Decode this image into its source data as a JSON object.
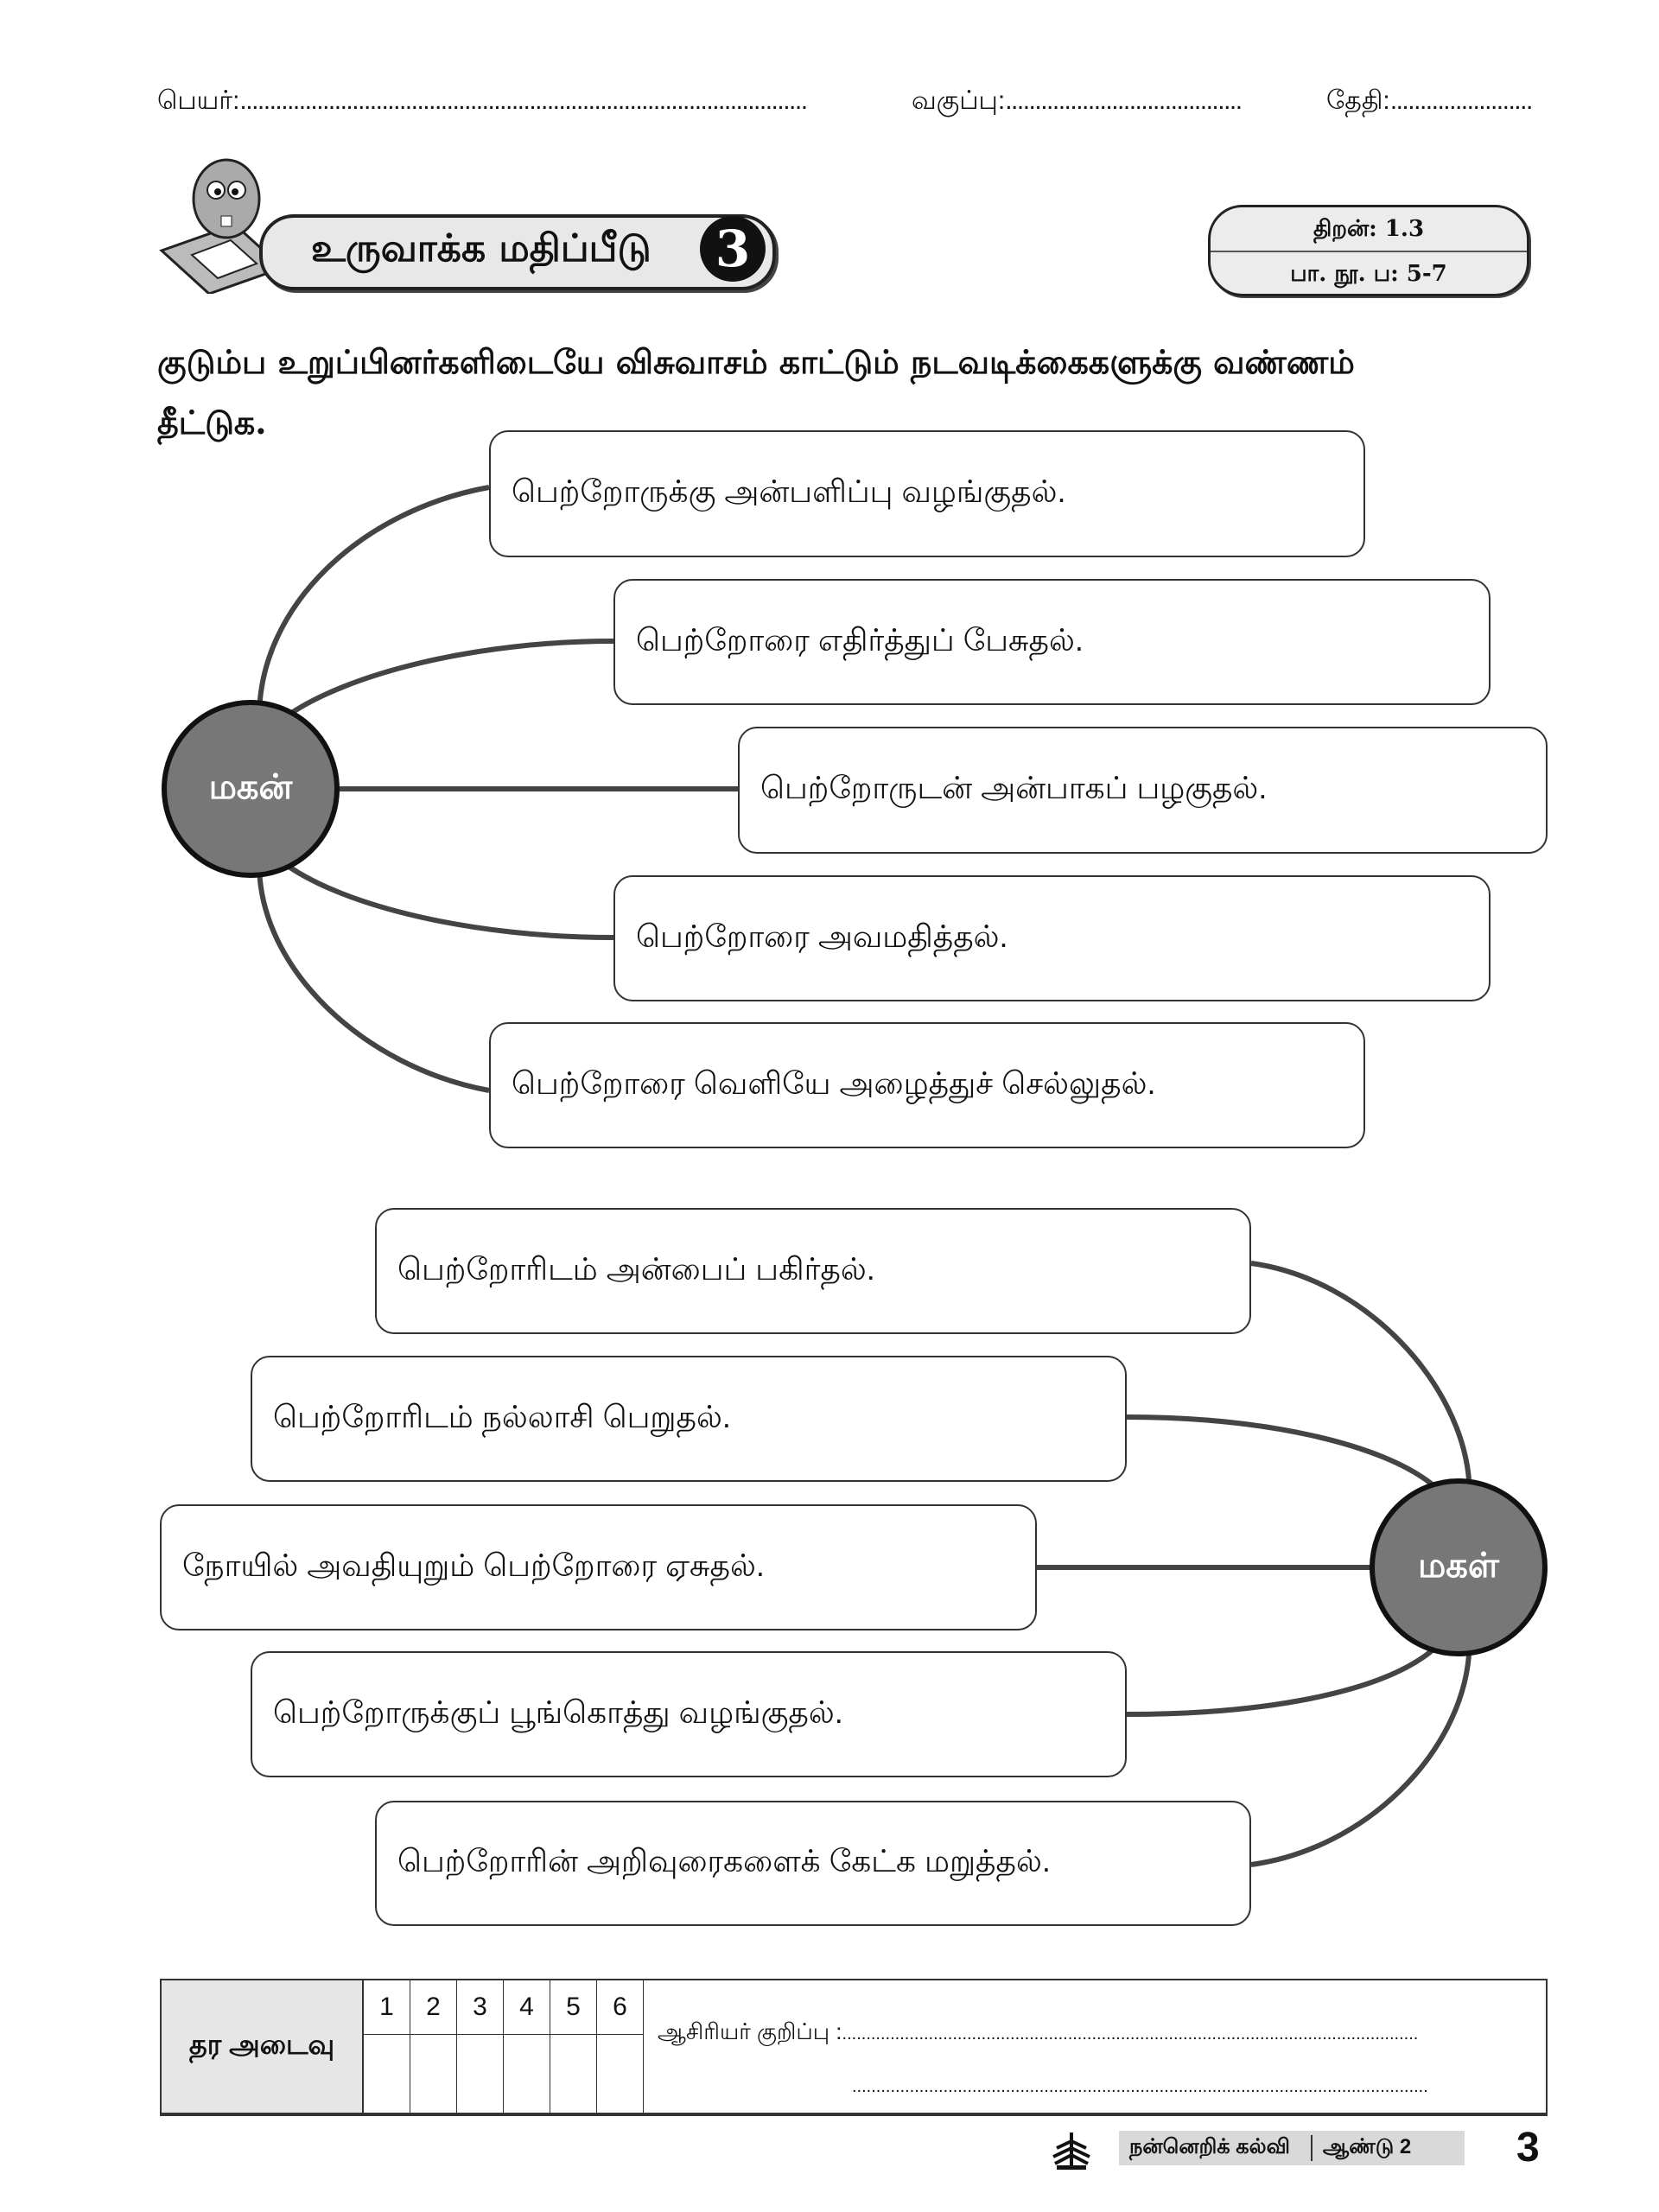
{
  "header": {
    "name_label": "பெயர்:",
    "name_dots": "................................................................................................",
    "class_label": "வகுப்பு:",
    "class_dots": "........................................",
    "date_label": "தேதி:",
    "date_dots": "........................"
  },
  "banner": {
    "title": "உருவாக்க மதிப்பீடு",
    "number": "3"
  },
  "skill": {
    "skill": "திறன்: 1.3",
    "pages": "பா. நூ. ப: 5-7"
  },
  "instruction": "குடும்ப உறுப்பினர்களிடையே விசுவாசம் காட்டும் நடவடிக்கைகளுக்கு வண்ணம் தீட்டுக.",
  "son": {
    "label": "மகன்",
    "items": [
      "பெற்றோருக்கு அன்பளிப்பு வழங்குதல்.",
      "பெற்றோரை எதிர்த்துப் பேசுதல்.",
      "பெற்றோருடன் அன்பாகப் பழகுதல்.",
      "பெற்றோரை அவமதித்தல்.",
      "பெற்றோரை வெளியே அழைத்துச் செல்லுதல்."
    ]
  },
  "daughter": {
    "label": "மகள்",
    "items": [
      "பெற்றோரிடம் அன்பைப் பகிர்தல்.",
      "பெற்றோரிடம் நல்லாசி பெறுதல்.",
      "நோயில் அவதியுறும் பெற்றோரை ஏசுதல்.",
      "பெற்றோருக்குப் பூங்கொத்து வழங்குதல்.",
      "பெற்றோரின் அறிவுரைகளைக் கேட்க மறுத்தல்."
    ]
  },
  "grade": {
    "label": "தர அடைவு",
    "levels": [
      "1",
      "2",
      "3",
      "4",
      "5",
      "6"
    ],
    "note_label": "ஆசிரியர் குறிப்பு :",
    "dots": "........................................................................................................................"
  },
  "footer": {
    "subject": "நன்னெறிக் கல்வி",
    "year": "ஆண்டு 2",
    "page": "3"
  }
}
